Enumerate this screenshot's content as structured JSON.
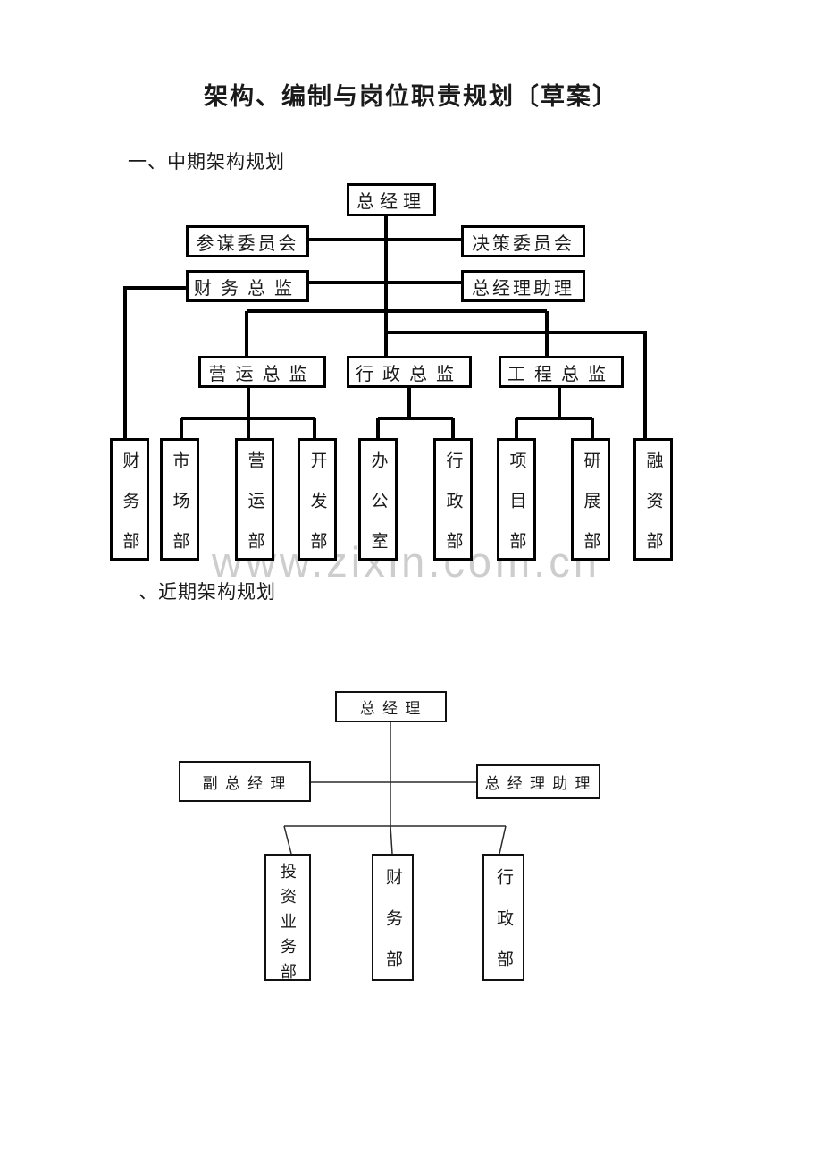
{
  "document": {
    "title": "架构、编制与岗位职责规划〔草案〕",
    "section1_heading": "一、中期架构规划",
    "section2_heading": "、近期架构规划",
    "watermark": "www.zixin.com.cn"
  },
  "chart_mid_term": {
    "general_manager": "总经理",
    "staff_committee": "参谋委员会",
    "decision_committee": "决策委员会",
    "finance_director": "财务总监",
    "gm_assistant": "总经理助理",
    "operations_director": "营运总监",
    "admin_director": "行政总监",
    "engineering_director": "工程总监",
    "departments": [
      "财务部",
      "市场部",
      "营运部",
      "开发部",
      "办公室",
      "行政部",
      "项目部",
      "研展部",
      "融资部"
    ]
  },
  "chart_near_term": {
    "general_manager": "总  经  理",
    "deputy_gm": "副  总  经  理",
    "gm_assistant": "总 经 理 助 理",
    "departments": [
      "投资业务部",
      "财务部",
      "行政部"
    ]
  }
}
